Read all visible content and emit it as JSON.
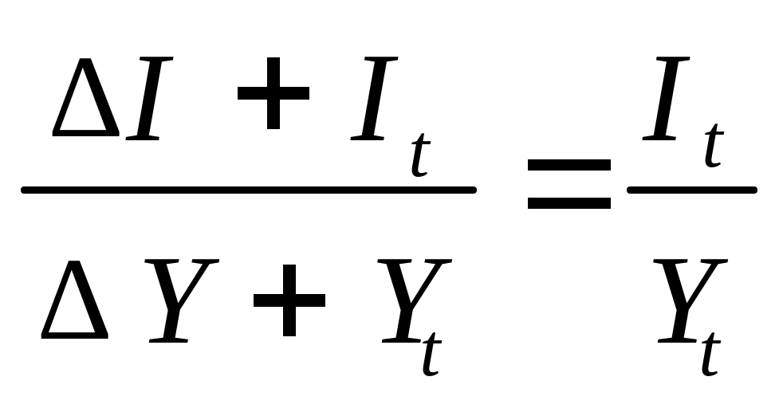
{
  "equation": {
    "lhs": {
      "numerator": {
        "delta": "Δ",
        "term1": "I",
        "plus": "+",
        "term2": "I",
        "term2_subscript": "t"
      },
      "denominator": {
        "delta": "Δ",
        "term1": "Y",
        "plus": "+",
        "term2": "Y",
        "term2_subscript": "t"
      }
    },
    "equals": "=",
    "rhs": {
      "numerator": {
        "term": "I",
        "subscript": "t"
      },
      "denominator": {
        "term": "Y",
        "subscript": "t"
      }
    }
  }
}
